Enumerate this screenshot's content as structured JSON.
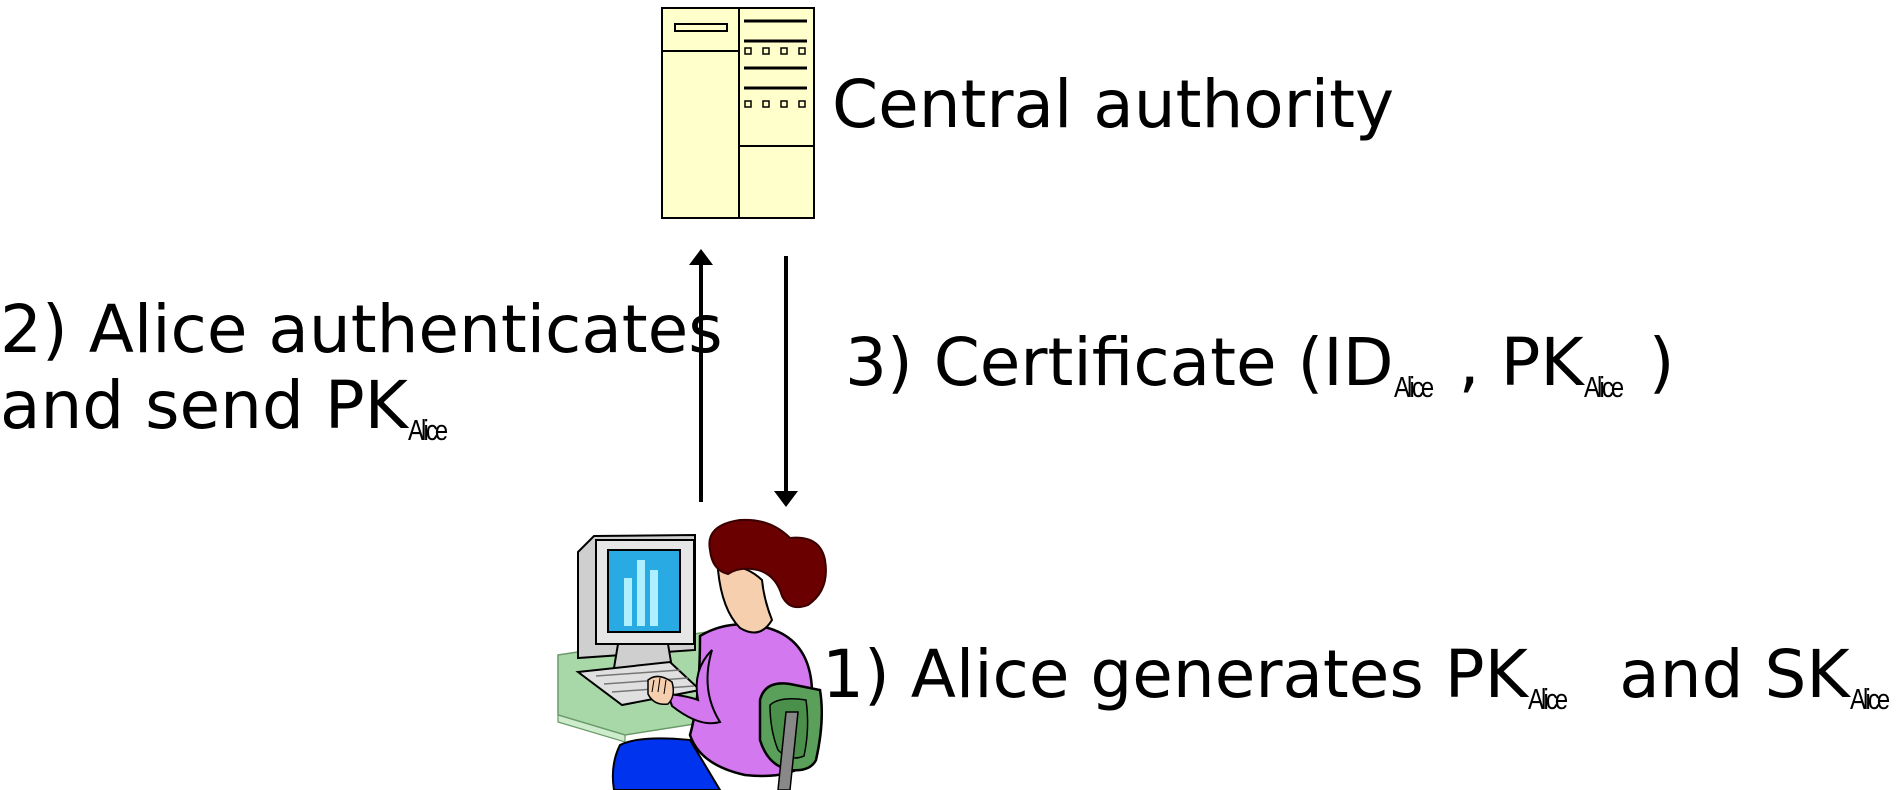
{
  "central_authority": {
    "label": "Central authority"
  },
  "step2": {
    "line1": "2) Alice authenticates",
    "line2_prefix": "and send PK",
    "line2_sub": "Alice"
  },
  "step3": {
    "prefix": "3) Certificate (ID",
    "sub1": "Alice",
    "middle": " , PK",
    "sub2": "Alice",
    "suffix": " )"
  },
  "step1": {
    "prefix": "1) Alice generates PK",
    "sub1": "Alice",
    "middle": " and SK",
    "sub2": "Alice"
  },
  "colors": {
    "server_fill": "#ffffcc",
    "monitor_screen": "#29aae2",
    "sweater": "#d478f0",
    "hair": "#6b0000",
    "chair": "#5aa05a",
    "desk": "#a8d8a8",
    "pants": "#0033ee"
  },
  "icons": {
    "server": "server-icon",
    "alice": "alice-at-computer-icon"
  }
}
